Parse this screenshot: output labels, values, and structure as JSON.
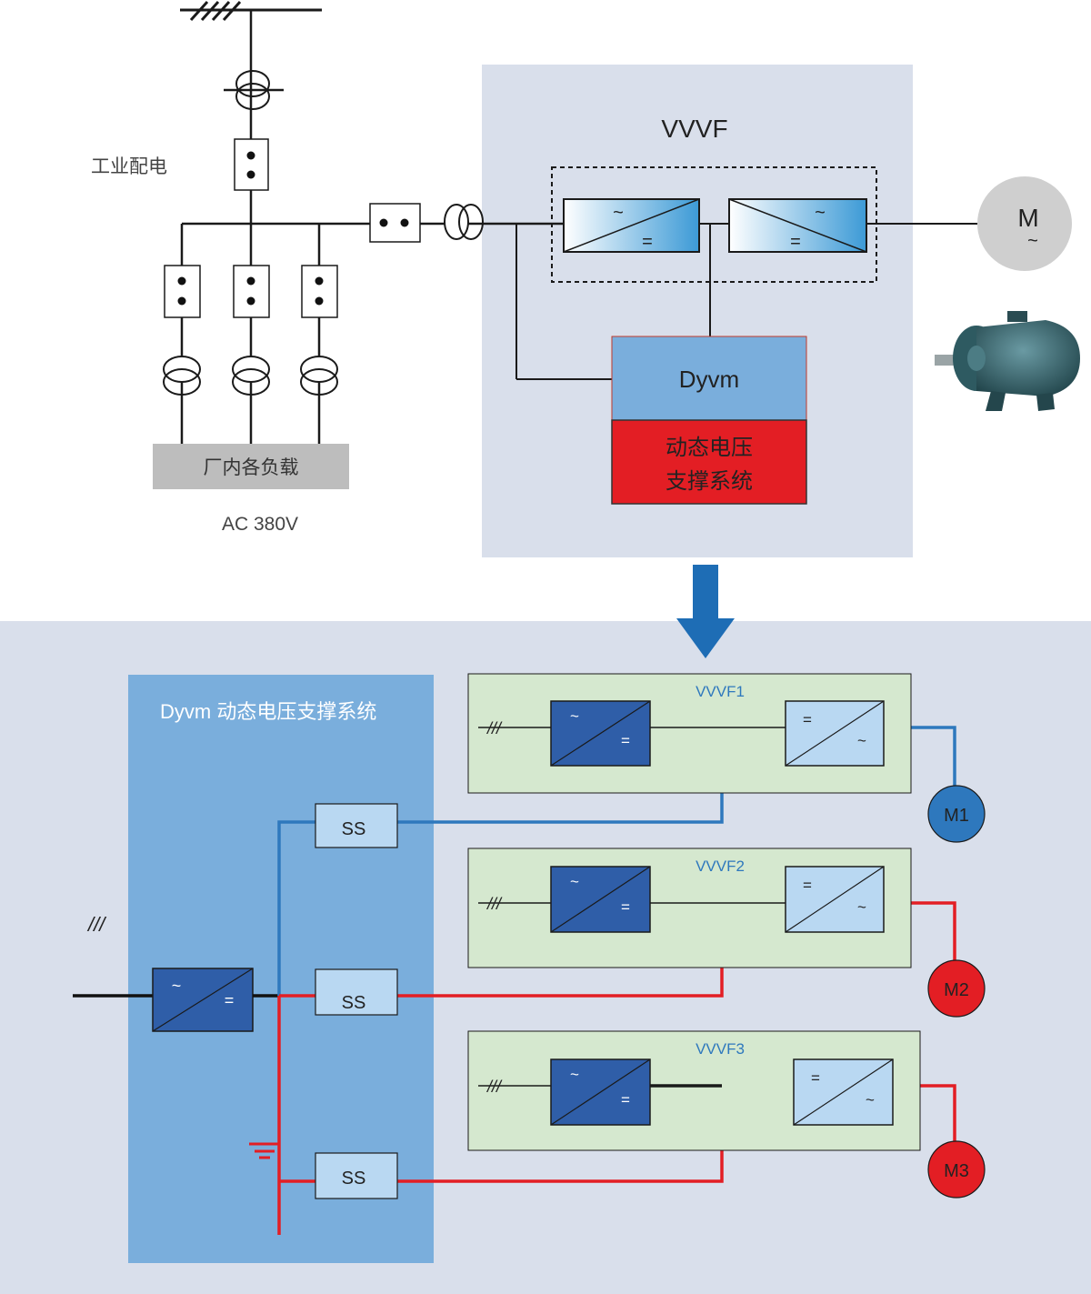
{
  "top": {
    "industrial_label": "工业配电",
    "load_label": "厂内各负载",
    "voltage_label": "AC 380V",
    "vvvf_title": "VVVF",
    "rectifier_ac": "~",
    "rectifier_dc": "=",
    "inverter_ac": "~",
    "inverter_dc": "=",
    "motor_label": "M",
    "motor_sub": "~",
    "dyvm_label": "Dyvm",
    "support_line1": "动态电压",
    "support_line2": "支撑系统"
  },
  "bottom": {
    "panel_title": "Dyvm 动态电压支撑系统",
    "input_symbol": "///",
    "main_conv_ac": "~",
    "main_conv_dc": "=",
    "ss_labels": [
      "SS",
      "SS",
      "SS"
    ],
    "vvvf_units": [
      {
        "title": "VVVF1",
        "symbol": "///",
        "rect_ac": "~",
        "rect_dc": "=",
        "inv_dc": "=",
        "inv_ac": "~",
        "motor": "M1"
      },
      {
        "title": "VVVF2",
        "symbol": "///",
        "rect_ac": "~",
        "rect_dc": "=",
        "inv_dc": "=",
        "inv_ac": "~",
        "motor": "M2"
      },
      {
        "title": "VVVF3",
        "symbol": "///",
        "rect_ac": "~",
        "rect_dc": "=",
        "inv_dc": "=",
        "inv_ac": "~",
        "motor": "M3"
      }
    ]
  },
  "colors": {
    "top_panel_bg": "#d9dfeb",
    "bottom_bg": "#d9dfeb",
    "dyvm_panel": "#7aaedc",
    "vvvf_box": "#d5e8cf",
    "dark_converter": "#2f5ea8",
    "light_converter": "#b9d8f2",
    "dyvm_block": "#7aaedc",
    "support_block": "#e31e24",
    "blue_line": "#2e78bd",
    "red_line": "#e31e24",
    "arrow": "#1e6db5",
    "motor_gray": "#cfcfcf",
    "load_bar": "#bdbdbd"
  }
}
